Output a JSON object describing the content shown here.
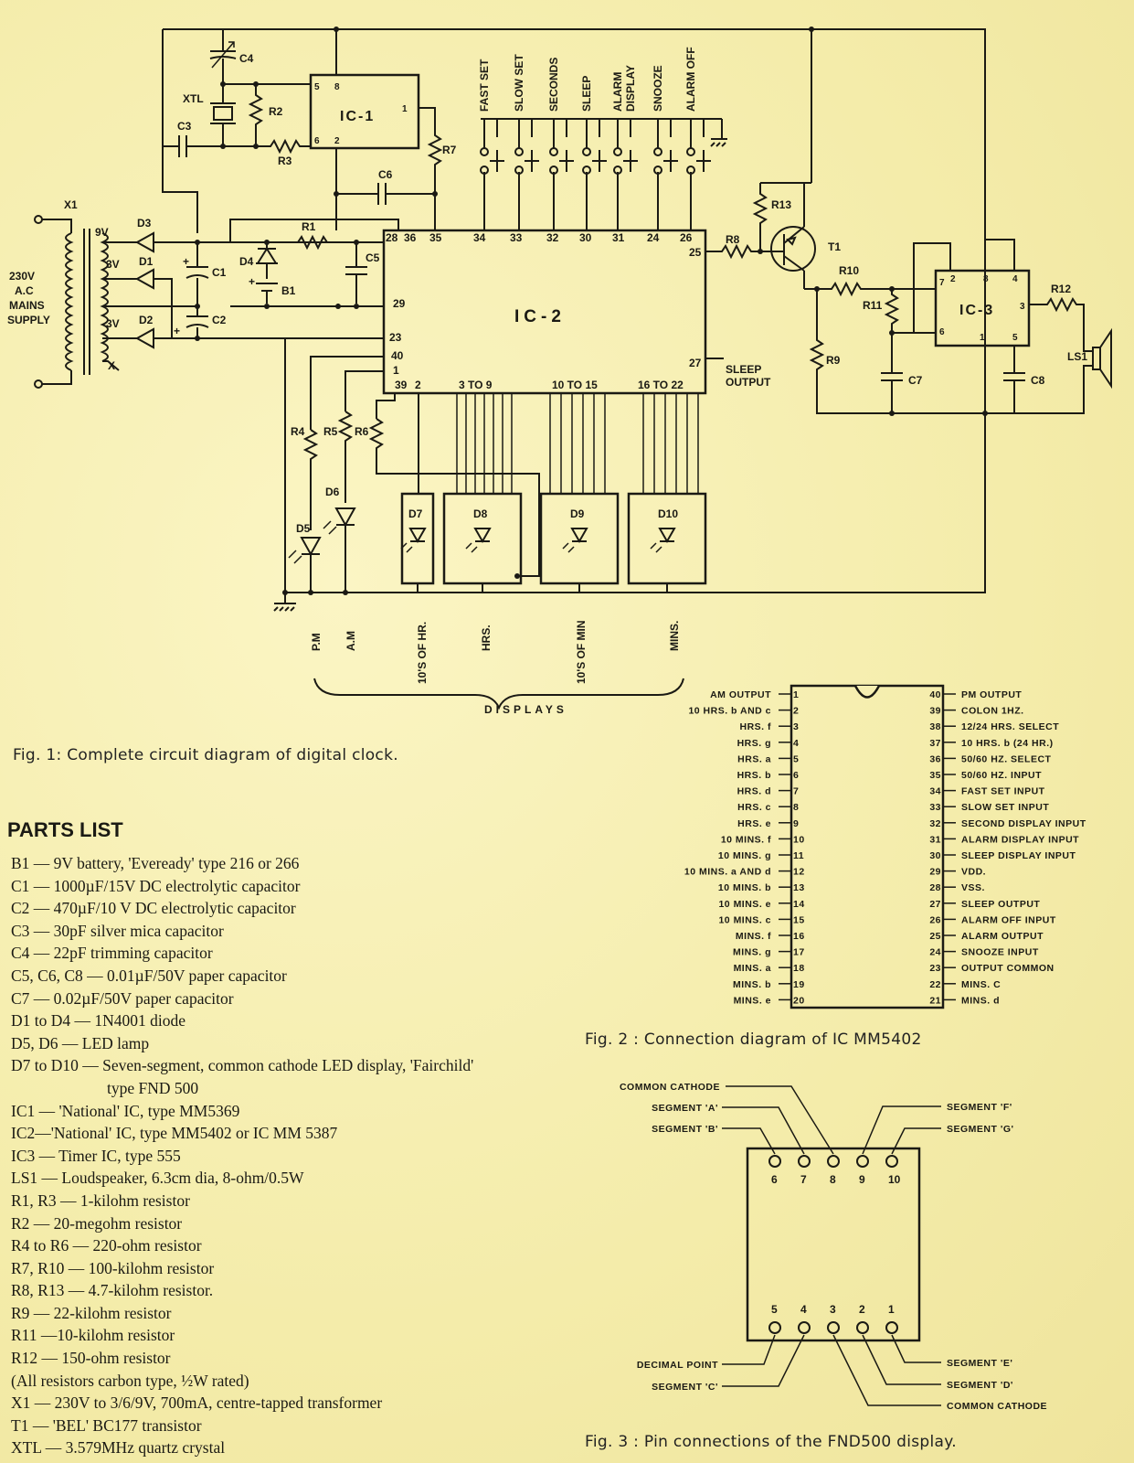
{
  "fig1": {
    "caption": "Fig. 1: Complete circuit diagram of digital clock.",
    "displays_label": "DISPLAYS",
    "switches": [
      "FAST SET",
      "SLOW SET",
      "SECONDS",
      "SLEEP",
      "ALARM DISPLAY",
      "SNOOZE",
      "ALARM OFF"
    ],
    "ic2_top_pins": [
      "28",
      "36",
      "35",
      "34",
      "33",
      "32",
      "30",
      "31",
      "24",
      "26"
    ],
    "display_outputs": [
      "P.M",
      "A.M",
      "10'S OF HR.",
      "HRS.",
      "10'S OF MIN",
      "MINS."
    ],
    "labels": {
      "ic1": "IC-1",
      "ic2": "IC-2",
      "ic3": "IC-3",
      "mains": [
        "230V",
        "A.C",
        "MAINS",
        "SUPPLY"
      ],
      "sleep_output": [
        "SLEEP",
        "OUTPUT"
      ],
      "x1": "X1",
      "x": "X",
      "v9": "9V",
      "v3a": "3V",
      "v3b": "3V",
      "c1": "C1",
      "c2": "C2",
      "c3": "C3",
      "c4": "C4",
      "c5": "C5",
      "c6": "C6",
      "c7": "C7",
      "c8": "C8",
      "d1": "D1",
      "d2": "D2",
      "d3": "D3",
      "d4": "D4",
      "d5": "D5",
      "d6": "D6",
      "d7": "D7",
      "d8": "D8",
      "d9": "D9",
      "d10": "D10",
      "r1": "R1",
      "r2": "R2",
      "r3": "R3",
      "r4": "R4",
      "r5": "R5",
      "r6": "R6",
      "r7": "R7",
      "r8": "R8",
      "r9": "R9",
      "r10": "R10",
      "r11": "R11",
      "r12": "R12",
      "r13": "R13",
      "b1": "B1",
      "t1": "T1",
      "ls1": "LS1",
      "xtl": "XTL",
      "ic1_p5": "5",
      "ic1_p8": "8",
      "ic1_p6": "6",
      "ic1_p2": "2",
      "ic1_p1": "1",
      "ic2_p29": "29",
      "ic2_p23": "23",
      "ic2_p40": "40",
      "ic2_p1": "1",
      "ic2_p39": "39",
      "ic2_p2": "2",
      "ic2_p3to9": "3 TO 9",
      "ic2_p10to15": "10 TO 15",
      "ic2_p16to22": "16 TO 22",
      "ic2_p25": "25",
      "ic2_p27": "27",
      "ic3_p2": "2",
      "ic3_p8": "8",
      "ic3_p4": "4",
      "ic3_p7": "7",
      "ic3_p6": "6",
      "ic3_p3": "3",
      "ic3_p1": "1",
      "ic3_p5": "5"
    }
  },
  "fig2": {
    "caption": "Fig. 2 : Connection diagram of IC MM5402",
    "left_pins": [
      {
        "num": "1",
        "label": "AM OUTPUT"
      },
      {
        "num": "2",
        "label": "10 HRS. b AND c"
      },
      {
        "num": "3",
        "label": "HRS. f"
      },
      {
        "num": "4",
        "label": "HRS. g"
      },
      {
        "num": "5",
        "label": "HRS. a"
      },
      {
        "num": "6",
        "label": "HRS. b"
      },
      {
        "num": "7",
        "label": "HRS. d"
      },
      {
        "num": "8",
        "label": "HRS. c"
      },
      {
        "num": "9",
        "label": "HRS. e"
      },
      {
        "num": "10",
        "label": "10 MINS. f"
      },
      {
        "num": "11",
        "label": "10 MINS. g"
      },
      {
        "num": "12",
        "label": "10 MINS. a AND d"
      },
      {
        "num": "13",
        "label": "10 MINS. b"
      },
      {
        "num": "14",
        "label": "10 MINS. e"
      },
      {
        "num": "15",
        "label": "10 MINS. c"
      },
      {
        "num": "16",
        "label": "MINS. f"
      },
      {
        "num": "17",
        "label": "MINS. g"
      },
      {
        "num": "18",
        "label": "MINS. a"
      },
      {
        "num": "19",
        "label": "MINS. b"
      },
      {
        "num": "20",
        "label": "MINS. e"
      }
    ],
    "right_pins": [
      {
        "num": "40",
        "label": "PM OUTPUT"
      },
      {
        "num": "39",
        "label": "COLON 1HZ."
      },
      {
        "num": "38",
        "label": "12/24 HRS. SELECT"
      },
      {
        "num": "37",
        "label": "10 HRS. b (24 HR.)"
      },
      {
        "num": "36",
        "label": "50/60 HZ. SELECT"
      },
      {
        "num": "35",
        "label": "50/60 HZ. INPUT"
      },
      {
        "num": "34",
        "label": "FAST SET INPUT"
      },
      {
        "num": "33",
        "label": "SLOW SET INPUT"
      },
      {
        "num": "32",
        "label": "SECOND DISPLAY INPUT"
      },
      {
        "num": "31",
        "label": "ALARM DISPLAY INPUT"
      },
      {
        "num": "30",
        "label": "SLEEP DISPLAY INPUT"
      },
      {
        "num": "29",
        "label": "VDD."
      },
      {
        "num": "28",
        "label": "VSS."
      },
      {
        "num": "27",
        "label": "SLEEP OUTPUT"
      },
      {
        "num": "26",
        "label": "ALARM OFF INPUT"
      },
      {
        "num": "25",
        "label": "ALARM OUTPUT"
      },
      {
        "num": "24",
        "label": "SNOOZE INPUT"
      },
      {
        "num": "23",
        "label": "OUTPUT COMMON"
      },
      {
        "num": "22",
        "label": "MINS. C"
      },
      {
        "num": "21",
        "label": "MINS. d"
      }
    ]
  },
  "fig3": {
    "caption": "Fig. 3 : Pin connections of the FND500 display.",
    "top_pins": [
      "6",
      "7",
      "8",
      "9",
      "10"
    ],
    "bottom_pins": [
      "5",
      "4",
      "3",
      "2",
      "1"
    ],
    "labels_top_left": [
      "COMMON CATHODE",
      "SEGMENT 'A'",
      "SEGMENT 'B'"
    ],
    "labels_top_right": [
      "SEGMENT 'F'",
      "SEGMENT 'G'"
    ],
    "labels_bottom_left": [
      "DECIMAL POINT",
      "SEGMENT 'C'"
    ],
    "labels_bottom_right": [
      "SEGMENT 'E'",
      "SEGMENT 'D'",
      "COMMON CATHODE"
    ]
  },
  "parts": {
    "title": "PARTS LIST",
    "items": [
      "B1 — 9V battery, 'Eveready' type 216 or 266",
      "C1 — 1000µF/15V DC electrolytic capacitor",
      "C2 — 470µF/10 V DC electrolytic capacitor",
      "C3 — 30pF silver mica capacitor",
      "C4 — 22pF trimming capacitor",
      "C5, C6, C8 — 0.01µF/50V paper capacitor",
      "C7 — 0.02µF/50V paper capacitor",
      "D1 to D4 — 1N4001 diode",
      "D5, D6 — LED lamp",
      "D7 to D10 — Seven-segment, common cathode LED display, 'Fairchild'",
      "type FND 500",
      "IC1 — 'National' IC, type MM5369",
      "IC2—'National' IC, type MM5402 or IC MM 5387",
      "IC3 — Timer IC, type 555",
      "LS1 — Loudspeaker, 6.3cm dia, 8-ohm/0.5W",
      "R1, R3 — 1-kilohm resistor",
      "R2 — 20-megohm resistor",
      "R4 to R6 — 220-ohm resistor",
      "R7, R10 — 100-kilohm resistor",
      "R8, R13 — 4.7-kilohm resistor.",
      "R9 — 22-kilohm resistor",
      "R11 —10-kilohm resistor",
      "R12 — 150-ohm resistor",
      "(All resistors carbon type, ½W rated)",
      "X1 — 230V to 3/6/9V, 700mA, centre-tapped transformer",
      "T1 — 'BEL' BC177 transistor",
      "XTL — 3.579MHz quartz crystal"
    ]
  }
}
